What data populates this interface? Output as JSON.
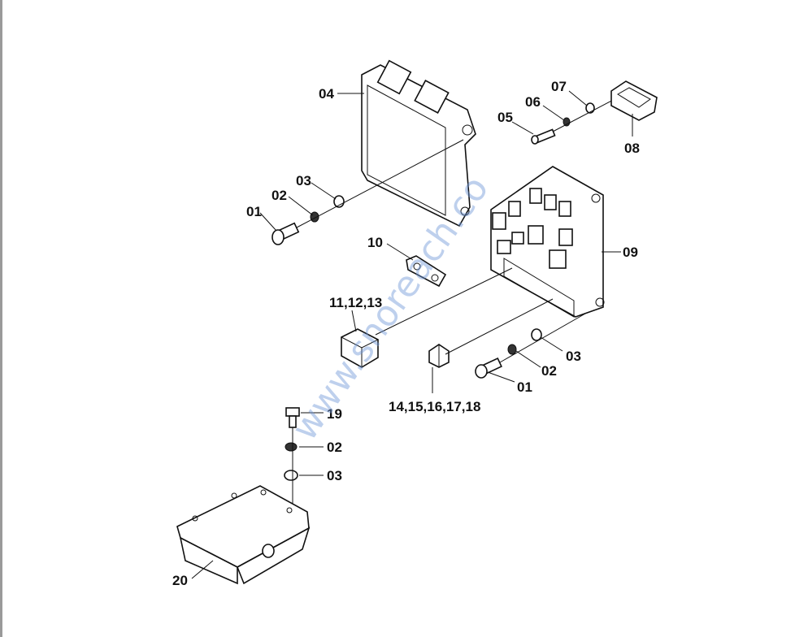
{
  "callouts": {
    "c01a": "01",
    "c02a": "02",
    "c03a": "03",
    "c04": "04",
    "c05": "05",
    "c06": "06",
    "c07": "07",
    "c08": "08",
    "c09": "09",
    "c10": "10",
    "c11": "11,12,13",
    "c14": "14,15,16,17,18",
    "c01b": "01",
    "c02b": "02",
    "c03b": "03",
    "c19": "19",
    "c02c": "02",
    "c03c": "03",
    "c20": "20"
  },
  "watermark": "www.snoreach.co",
  "colors": {
    "line": "#111111",
    "watermark": "#6e96d7"
  }
}
